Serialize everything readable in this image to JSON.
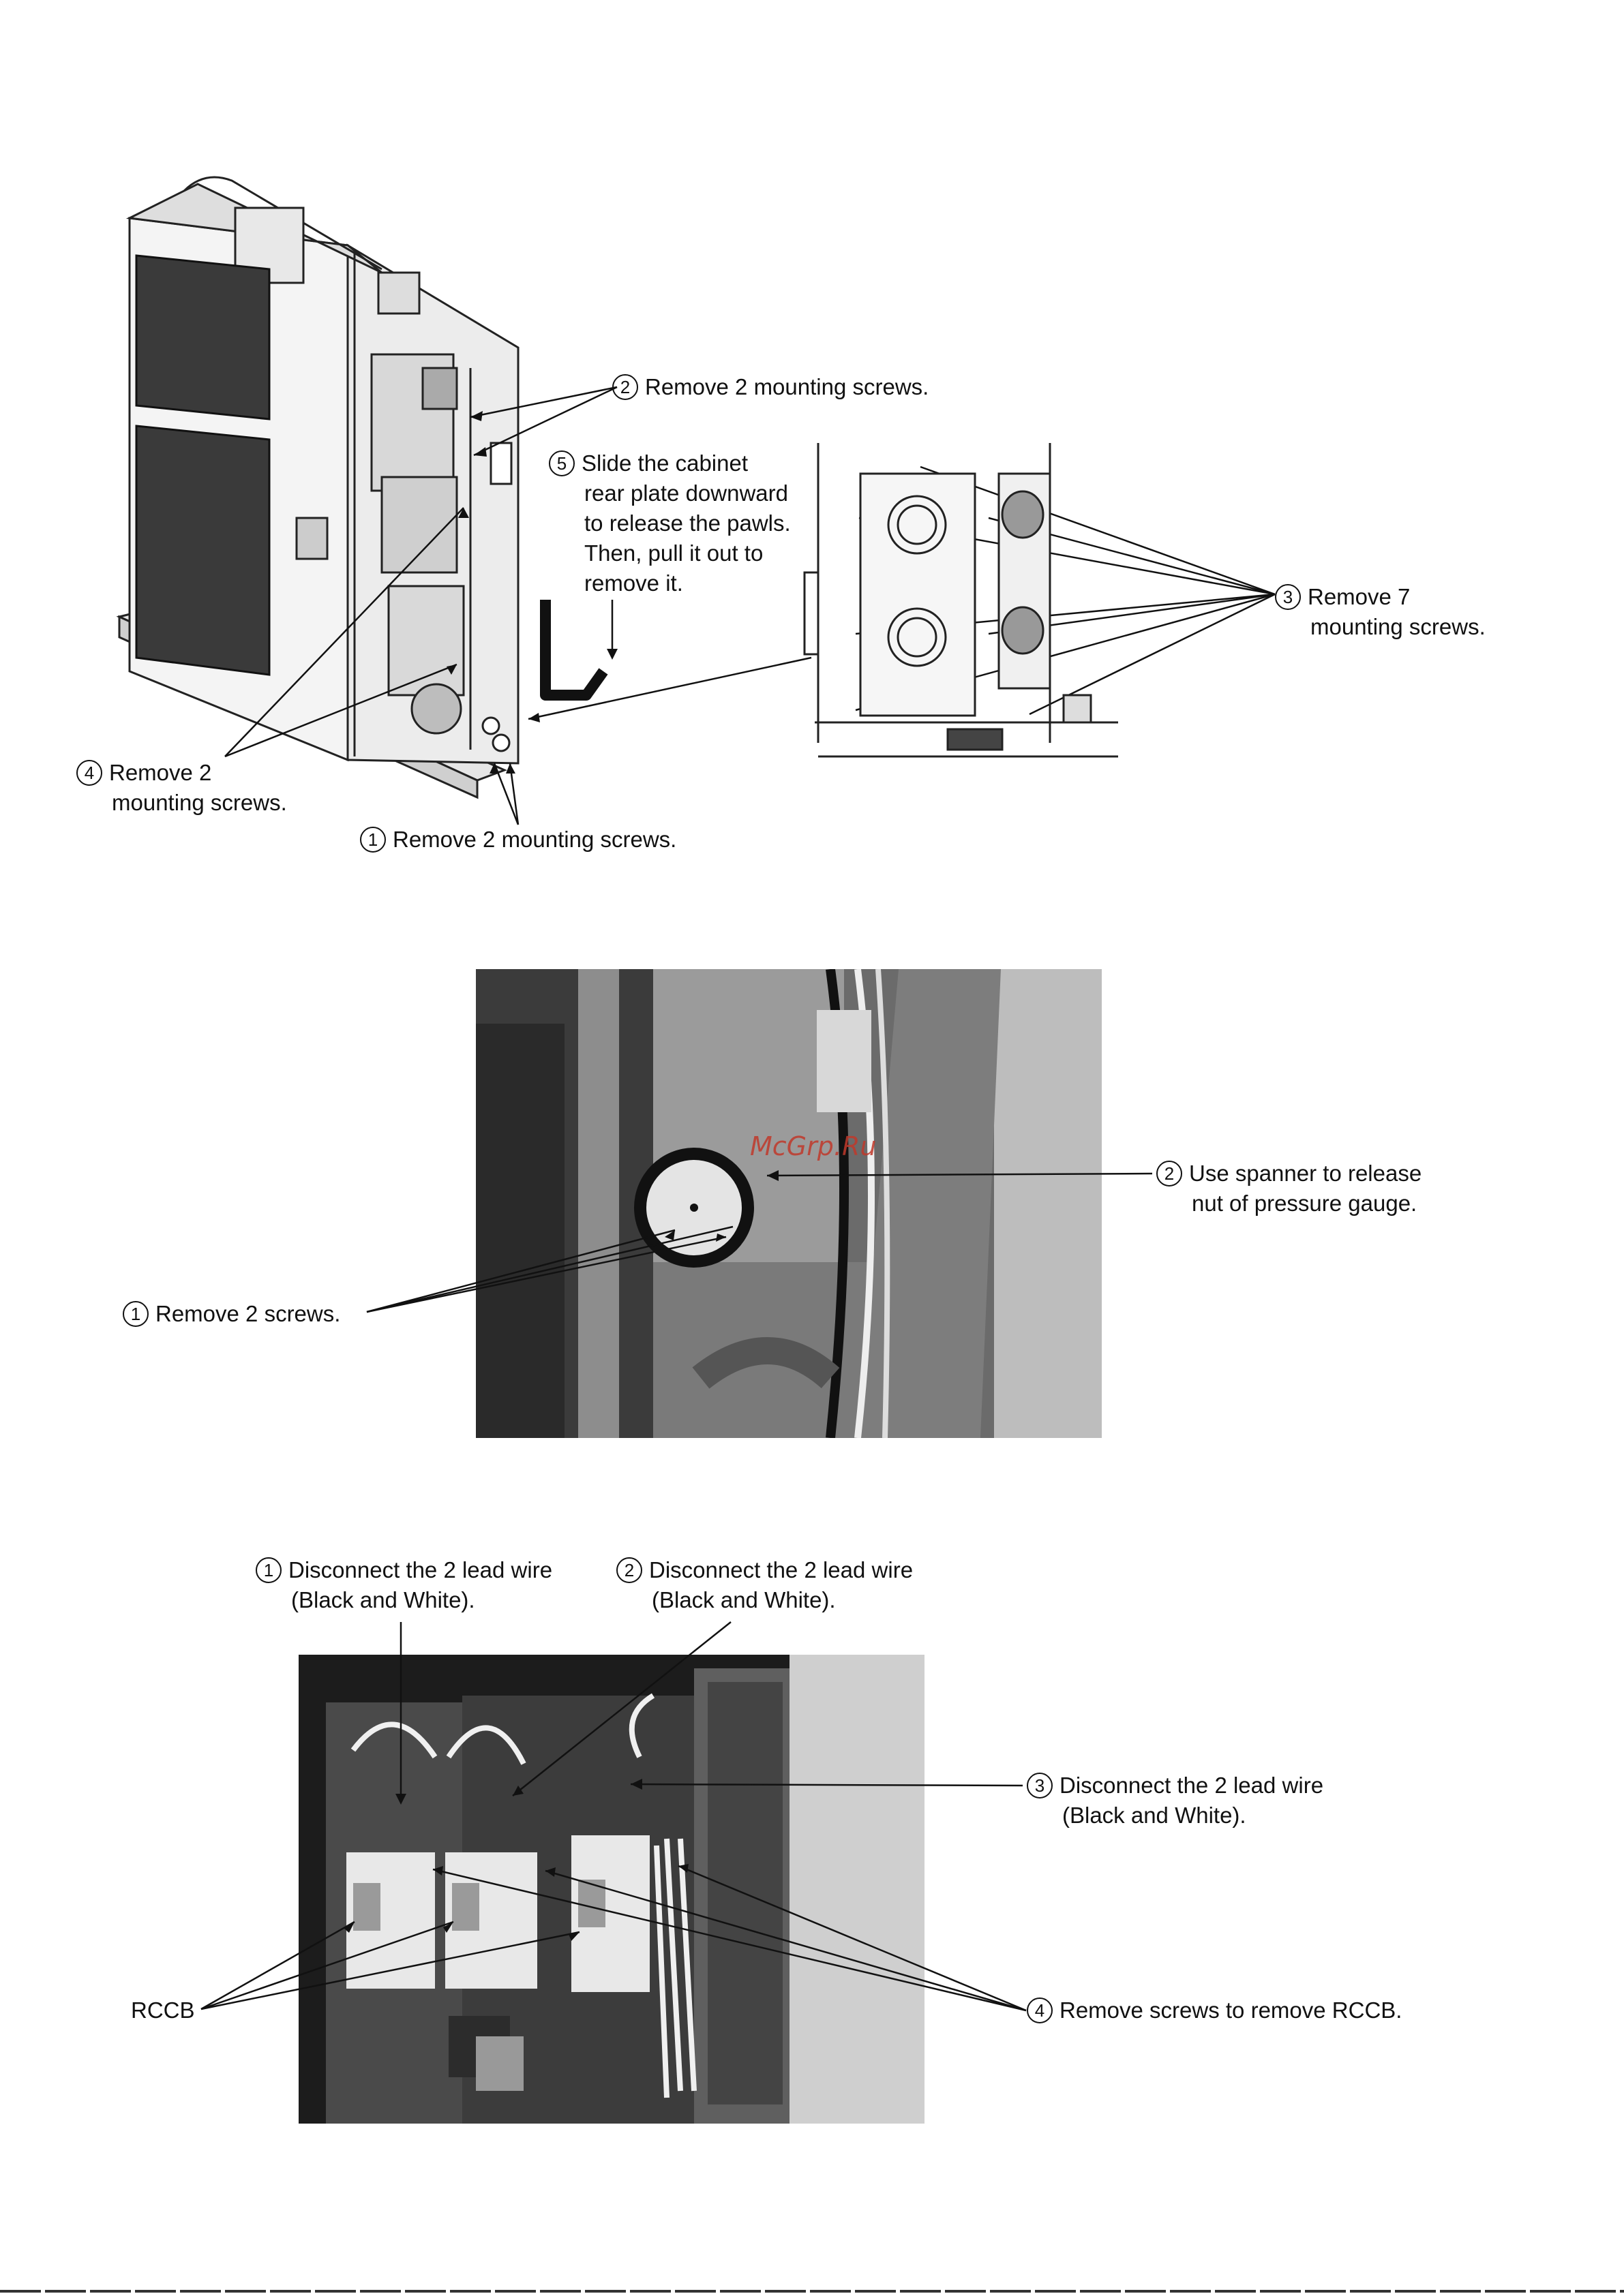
{
  "figure1": {
    "label_1": "Remove 2 mounting screws.",
    "label_2": "Remove 2 mounting screws.",
    "label_3_line1": "Remove 7",
    "label_3_line2": "mounting screws.",
    "label_4_line1": "Remove 2",
    "label_4_line2": "mounting screws.",
    "label_5_line1": "Slide the cabinet",
    "label_5_line2": "rear plate downward",
    "label_5_line3": "to release the pawls.",
    "label_5_line4": "Then, pull it out to",
    "label_5_line5": "remove it."
  },
  "figure2": {
    "watermark": "McGrp.Ru",
    "label_1": "Remove 2 screws.",
    "label_2_line1": "Use spanner to release",
    "label_2_line2": "nut of pressure gauge."
  },
  "figure3": {
    "label_1_line1": "Disconnect the 2 lead wire",
    "label_1_line2": "(Black and White).",
    "label_2_line1": "Disconnect the 2 lead wire",
    "label_2_line2": "(Black and White).",
    "label_3_line1": "Disconnect the 2 lead wire",
    "label_3_line2": "(Black and White).",
    "label_4": "Remove screws to remove RCCB.",
    "label_rccb": "RCCB"
  },
  "markers": {
    "n1": "1",
    "n2": "2",
    "n3": "3",
    "n4": "4",
    "n5": "5"
  }
}
